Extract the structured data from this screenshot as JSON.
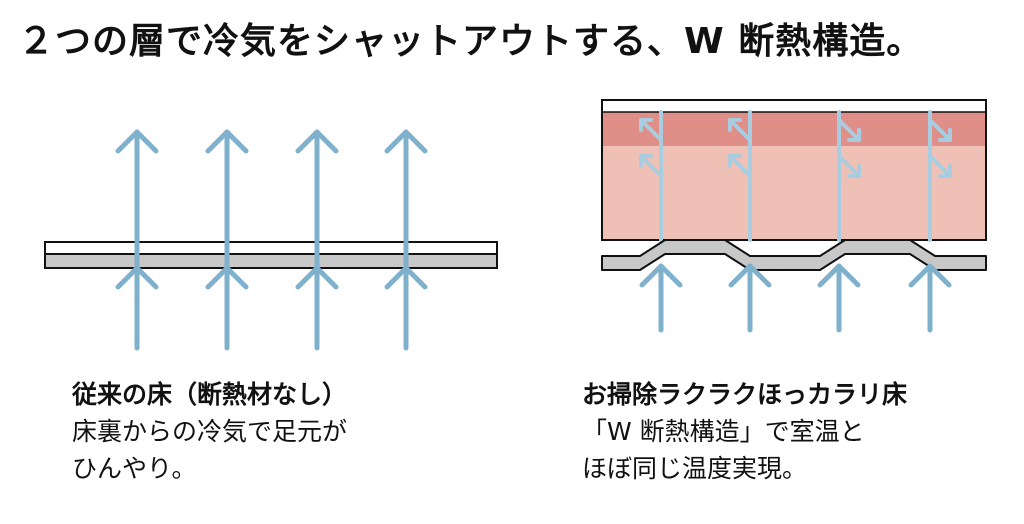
{
  "title": "２つの層で冷気をシャットアウトする、W 断熱構造。",
  "left_panel": {
    "heading": "従来の床（断熱材なし）",
    "line1": "床裏からの冷気で足元が",
    "line2": "ひんやり。"
  },
  "right_panel": {
    "heading": "お掃除ラクラクほっカラリ床",
    "line1": "「W 断熱構造」で室温と",
    "line2": "ほぼ同じ温度実現。"
  },
  "colors": {
    "arrow": "#7fb1cc",
    "arrow_light": "#a9cde0",
    "insulation_top": "#df8e88",
    "insulation_body": "#efc0b6",
    "floor_gray": "#c8c8c8",
    "outline": "#111111"
  }
}
